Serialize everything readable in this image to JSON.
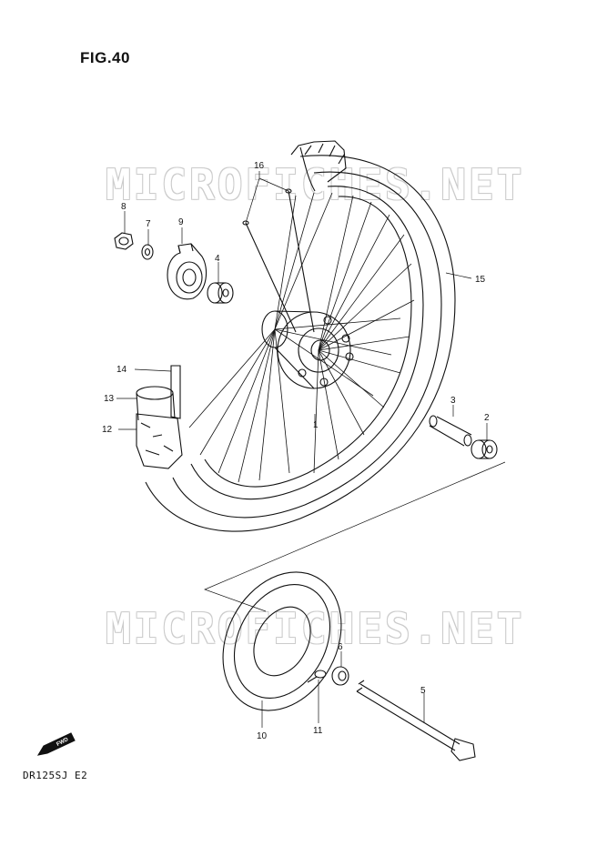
{
  "figure": {
    "title": "FIG.40",
    "model_code": "DR125SJ  E2",
    "watermark": "MICROFICHES.NET",
    "fwd_label": "FWD"
  },
  "callouts": [
    {
      "id": "1",
      "label": "1"
    },
    {
      "id": "2",
      "label": "2"
    },
    {
      "id": "3",
      "label": "3"
    },
    {
      "id": "4",
      "label": "4"
    },
    {
      "id": "5",
      "label": "5"
    },
    {
      "id": "6",
      "label": "6"
    },
    {
      "id": "7",
      "label": "7"
    },
    {
      "id": "8",
      "label": "8"
    },
    {
      "id": "9",
      "label": "9"
    },
    {
      "id": "10",
      "label": "10"
    },
    {
      "id": "11",
      "label": "11"
    },
    {
      "id": "12",
      "label": "12"
    },
    {
      "id": "13",
      "label": "13"
    },
    {
      "id": "14",
      "label": "14"
    },
    {
      "id": "15",
      "label": "15"
    },
    {
      "id": "16",
      "label": "16"
    }
  ]
}
